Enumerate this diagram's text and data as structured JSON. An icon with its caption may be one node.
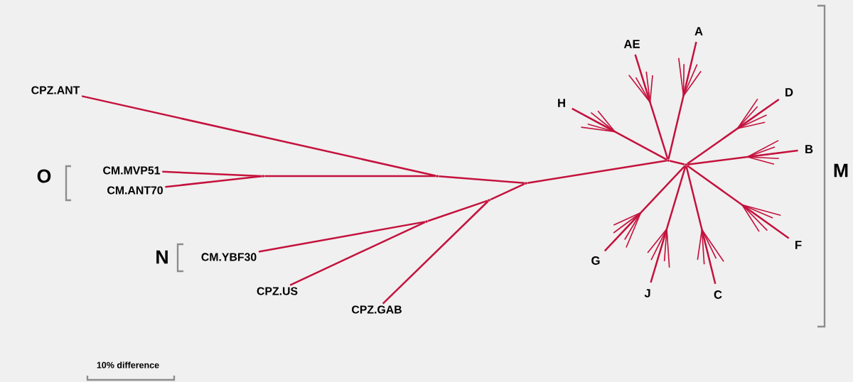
{
  "diagram": {
    "nodes": [
      {
        "text": [
          "CPZ.ANT"
        ]
      },
      {
        "text": [
          "CM.MVP51"
        ]
      },
      {
        "text": [
          "CM.ANT70"
        ]
      },
      {
        "text": [
          "CM.YBF30"
        ]
      },
      {
        "text": [
          "CPZ.US"
        ]
      },
      {
        "text": [
          "CPZ.GAB"
        ]
      },
      {
        "text": [
          "H"
        ]
      },
      {
        "text": [
          "AE"
        ]
      },
      {
        "text": [
          "A"
        ]
      },
      {
        "text": [
          "D"
        ]
      },
      {
        "text": [
          "B"
        ]
      },
      {
        "text": [
          "F"
        ]
      },
      {
        "text": [
          "C"
        ]
      },
      {
        "text": [
          "J"
        ]
      },
      {
        "text": [
          "G"
        ]
      },
      {
        "text": [],
        "shape": "point"
      },
      {
        "text": [],
        "shape": "point"
      },
      {
        "text": [],
        "shape": "point"
      },
      {
        "text": [],
        "shape": "point"
      },
      {
        "text": [],
        "shape": "point"
      },
      {
        "text": [],
        "shape": "point"
      },
      {
        "text": [],
        "shape": "point"
      }
    ],
    "edges": [
      {
        "from": 0,
        "to": 16,
        "arrow": "none"
      },
      {
        "from": 1,
        "to": 15,
        "arrow": "none"
      },
      {
        "from": 2,
        "to": 15,
        "arrow": "none"
      },
      {
        "from": 15,
        "to": 16,
        "arrow": "none"
      },
      {
        "from": 16,
        "to": 17,
        "arrow": "none"
      },
      {
        "from": 3,
        "to": 19,
        "arrow": "none"
      },
      {
        "from": 4,
        "to": 19,
        "arrow": "none"
      },
      {
        "from": 19,
        "to": 18,
        "arrow": "none"
      },
      {
        "from": 5,
        "to": 18,
        "arrow": "none"
      },
      {
        "from": 18,
        "to": 17,
        "arrow": "none"
      },
      {
        "from": 17,
        "to": 20,
        "arrow": "none"
      },
      {
        "from": 20,
        "to": 6,
        "arrow": "none"
      },
      {
        "from": 20,
        "to": 7,
        "arrow": "none"
      },
      {
        "from": 20,
        "to": 8,
        "arrow": "none"
      },
      {
        "from": 20,
        "to": 21,
        "arrow": "none"
      },
      {
        "from": 21,
        "to": 9,
        "arrow": "none"
      },
      {
        "from": 21,
        "to": 10,
        "arrow": "none"
      },
      {
        "from": 21,
        "to": 11,
        "arrow": "none"
      },
      {
        "from": 21,
        "to": 12,
        "arrow": "none"
      },
      {
        "from": 21,
        "to": 13,
        "arrow": "none"
      },
      {
        "from": 21,
        "to": 14,
        "arrow": "none"
      }
    ],
    "labels": [
      "O",
      "M",
      "N",
      "10% difference"
    ]
  }
}
